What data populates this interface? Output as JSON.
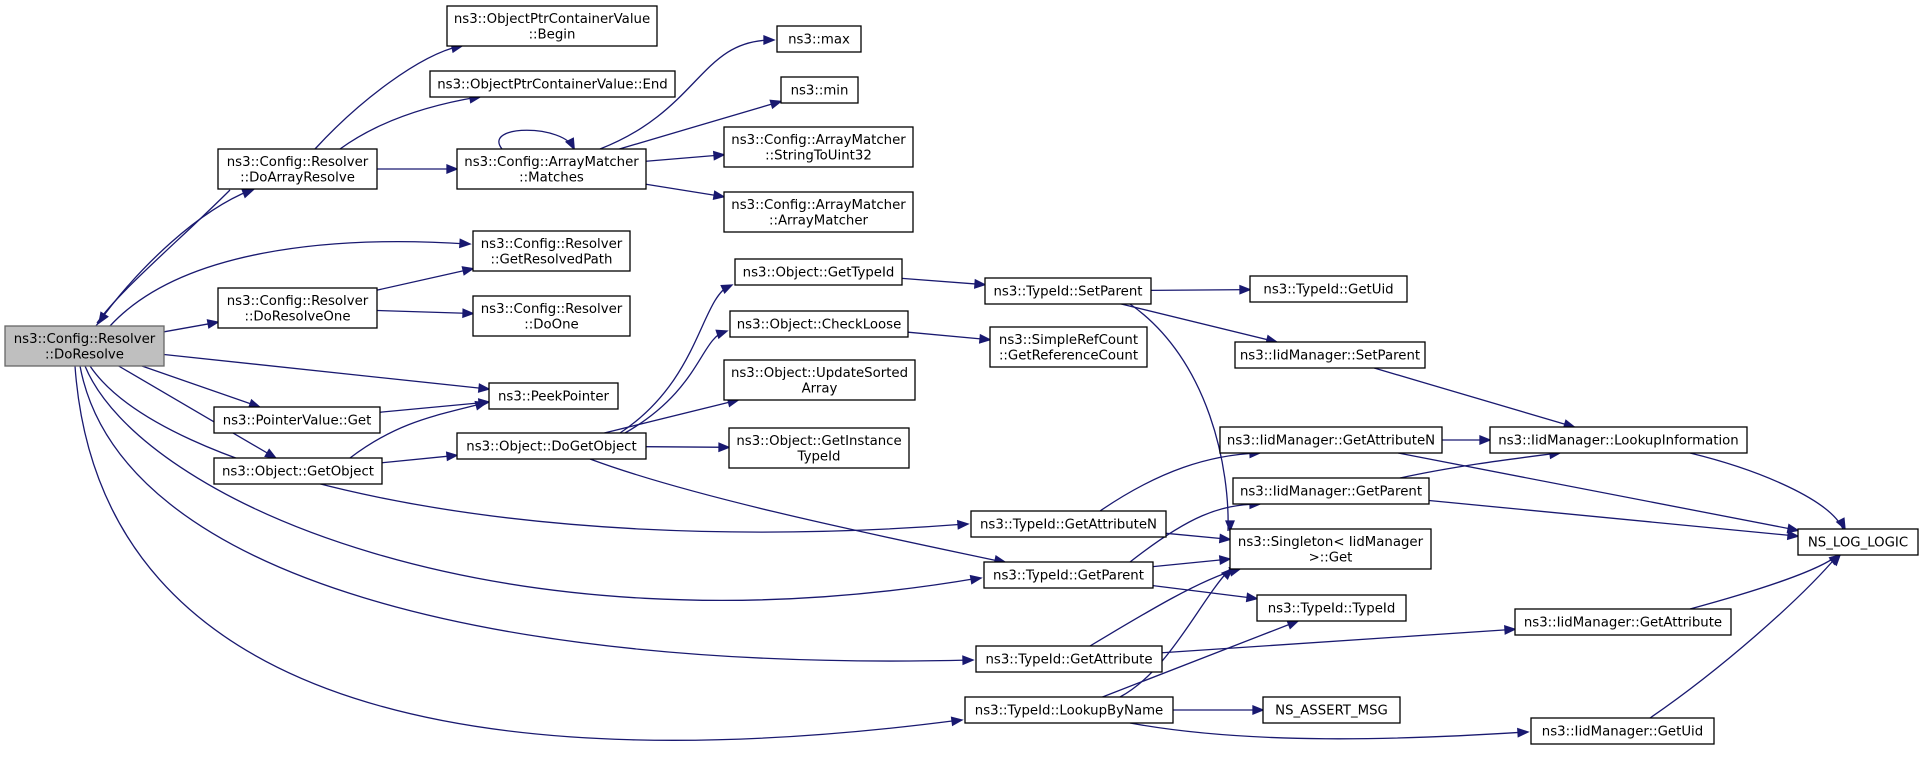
{
  "theme": {
    "edge_color": "#191970",
    "node_fill": "#ffffff",
    "root_fill": "#bfbfbf",
    "node_border": "#000000"
  },
  "nodes": {
    "n_doResolve": {
      "lines": [
        "ns3::Config::Resolver",
        "::DoResolve"
      ],
      "root": true
    },
    "n_doArrayResolve": {
      "lines": [
        "ns3::Config::Resolver",
        "::DoArrayResolve"
      ]
    },
    "n_optrBegin": {
      "lines": [
        "ns3::ObjectPtrContainerValue",
        "::Begin"
      ]
    },
    "n_optrEnd": {
      "lines": [
        "ns3::ObjectPtrContainerValue::End"
      ]
    },
    "n_arrayMatches": {
      "lines": [
        "ns3::Config::ArrayMatcher",
        "::Matches"
      ]
    },
    "n_max": {
      "lines": [
        "ns3::max"
      ]
    },
    "n_min": {
      "lines": [
        "ns3::min"
      ]
    },
    "n_stringToUint32": {
      "lines": [
        "ns3::Config::ArrayMatcher",
        "::StringToUint32"
      ]
    },
    "n_arrayMatcherCtor": {
      "lines": [
        "ns3::Config::ArrayMatcher",
        "::ArrayMatcher"
      ]
    },
    "n_getResolvedPath": {
      "lines": [
        "ns3::Config::Resolver",
        "::GetResolvedPath"
      ]
    },
    "n_doResolveOne": {
      "lines": [
        "ns3::Config::Resolver",
        "::DoResolveOne"
      ]
    },
    "n_doOne": {
      "lines": [
        "ns3::Config::Resolver",
        "::DoOne"
      ]
    },
    "n_peekPointer": {
      "lines": [
        "ns3::PeekPointer"
      ]
    },
    "n_pointerValueGet": {
      "lines": [
        "ns3::PointerValue::Get"
      ]
    },
    "n_objectGetObject": {
      "lines": [
        "ns3::Object::GetObject"
      ]
    },
    "n_doGetObject": {
      "lines": [
        "ns3::Object::DoGetObject"
      ]
    },
    "n_objGetTypeId": {
      "lines": [
        "ns3::Object::GetTypeId"
      ]
    },
    "n_checkLoose": {
      "lines": [
        "ns3::Object::CheckLoose"
      ]
    },
    "n_updateSorted": {
      "lines": [
        "ns3::Object::UpdateSorted",
        "Array"
      ]
    },
    "n_getInstanceTypeId": {
      "lines": [
        "ns3::Object::GetInstance",
        "TypeId"
      ]
    },
    "n_setParent": {
      "lines": [
        "ns3::TypeId::SetParent"
      ]
    },
    "n_getUid": {
      "lines": [
        "ns3::TypeId::GetUid"
      ]
    },
    "n_simpleRefCount": {
      "lines": [
        "ns3::SimpleRefCount",
        "::GetReferenceCount"
      ]
    },
    "n_iidSetParent": {
      "lines": [
        "ns3::IidManager::SetParent"
      ]
    },
    "n_iidGetAttrN": {
      "lines": [
        "ns3::IidManager::GetAttributeN"
      ]
    },
    "n_lookupInfo": {
      "lines": [
        "ns3::IidManager::LookupInformation"
      ]
    },
    "n_iidGetParent": {
      "lines": [
        "ns3::IidManager::GetParent"
      ]
    },
    "n_singletonGet": {
      "lines": [
        "ns3::Singleton< IidManager",
        " >::Get"
      ]
    },
    "n_nsLogLogic": {
      "lines": [
        "NS_LOG_LOGIC"
      ]
    },
    "n_typeIdGetAttrN": {
      "lines": [
        "ns3::TypeId::GetAttributeN"
      ]
    },
    "n_typeIdGetParent": {
      "lines": [
        "ns3::TypeId::GetParent"
      ]
    },
    "n_typeIdCtor": {
      "lines": [
        "ns3::TypeId::TypeId"
      ]
    },
    "n_iidGetAttr": {
      "lines": [
        "ns3::IidManager::GetAttribute"
      ]
    },
    "n_typeIdGetAttr": {
      "lines": [
        "ns3::TypeId::GetAttribute"
      ]
    },
    "n_lookupByName": {
      "lines": [
        "ns3::TypeId::LookupByName"
      ]
    },
    "n_nsAssertMsg": {
      "lines": [
        "NS_ASSERT_MSG"
      ]
    },
    "n_iidGetUid": {
      "lines": [
        "ns3::IidManager::GetUid"
      ]
    }
  },
  "edges": [
    [
      "n_doResolve",
      "n_doArrayResolve"
    ],
    [
      "n_doArrayResolve",
      "n_doResolve"
    ],
    [
      "n_doResolve",
      "n_getResolvedPath"
    ],
    [
      "n_doResolve",
      "n_doResolveOne"
    ],
    [
      "n_doResolve",
      "n_peekPointer"
    ],
    [
      "n_doResolve",
      "n_pointerValueGet"
    ],
    [
      "n_doResolve",
      "n_objectGetObject"
    ],
    [
      "n_doResolve",
      "n_typeIdGetAttrN"
    ],
    [
      "n_doResolve",
      "n_typeIdGetParent"
    ],
    [
      "n_doResolve",
      "n_typeIdGetAttr"
    ],
    [
      "n_doResolve",
      "n_lookupByName"
    ],
    [
      "n_doArrayResolve",
      "n_optrBegin"
    ],
    [
      "n_doArrayResolve",
      "n_optrEnd"
    ],
    [
      "n_doArrayResolve",
      "n_arrayMatches"
    ],
    [
      "n_arrayMatches",
      "n_arrayMatches"
    ],
    [
      "n_arrayMatches",
      "n_max"
    ],
    [
      "n_arrayMatches",
      "n_min"
    ],
    [
      "n_arrayMatches",
      "n_stringToUint32"
    ],
    [
      "n_arrayMatches",
      "n_arrayMatcherCtor"
    ],
    [
      "n_doResolveOne",
      "n_getResolvedPath"
    ],
    [
      "n_doResolveOne",
      "n_doOne"
    ],
    [
      "n_pointerValueGet",
      "n_peekPointer"
    ],
    [
      "n_objectGetObject",
      "n_peekPointer"
    ],
    [
      "n_objectGetObject",
      "n_doGetObject"
    ],
    [
      "n_doGetObject",
      "n_objGetTypeId"
    ],
    [
      "n_doGetObject",
      "n_checkLoose"
    ],
    [
      "n_doGetObject",
      "n_updateSorted"
    ],
    [
      "n_doGetObject",
      "n_getInstanceTypeId"
    ],
    [
      "n_doGetObject",
      "n_typeIdGetParent"
    ],
    [
      "n_objGetTypeId",
      "n_setParent"
    ],
    [
      "n_checkLoose",
      "n_simpleRefCount"
    ],
    [
      "n_setParent",
      "n_getUid"
    ],
    [
      "n_setParent",
      "n_iidSetParent"
    ],
    [
      "n_setParent",
      "n_singletonGet"
    ],
    [
      "n_iidSetParent",
      "n_lookupInfo"
    ],
    [
      "n_iidGetAttrN",
      "n_lookupInfo"
    ],
    [
      "n_iidGetAttrN",
      "n_nsLogLogic"
    ],
    [
      "n_iidGetParent",
      "n_lookupInfo"
    ],
    [
      "n_iidGetParent",
      "n_nsLogLogic"
    ],
    [
      "n_lookupInfo",
      "n_nsLogLogic"
    ],
    [
      "n_typeIdGetAttrN",
      "n_iidGetAttrN"
    ],
    [
      "n_typeIdGetAttrN",
      "n_singletonGet"
    ],
    [
      "n_typeIdGetParent",
      "n_iidGetParent"
    ],
    [
      "n_typeIdGetParent",
      "n_singletonGet"
    ],
    [
      "n_typeIdGetParent",
      "n_typeIdCtor"
    ],
    [
      "n_typeIdGetAttr",
      "n_singletonGet"
    ],
    [
      "n_typeIdGetAttr",
      "n_iidGetAttr"
    ],
    [
      "n_iidGetAttr",
      "n_nsLogLogic"
    ],
    [
      "n_lookupByName",
      "n_singletonGet"
    ],
    [
      "n_lookupByName",
      "n_typeIdCtor"
    ],
    [
      "n_lookupByName",
      "n_nsAssertMsg"
    ],
    [
      "n_lookupByName",
      "n_iidGetUid"
    ],
    [
      "n_iidGetUid",
      "n_nsLogLogic"
    ]
  ]
}
